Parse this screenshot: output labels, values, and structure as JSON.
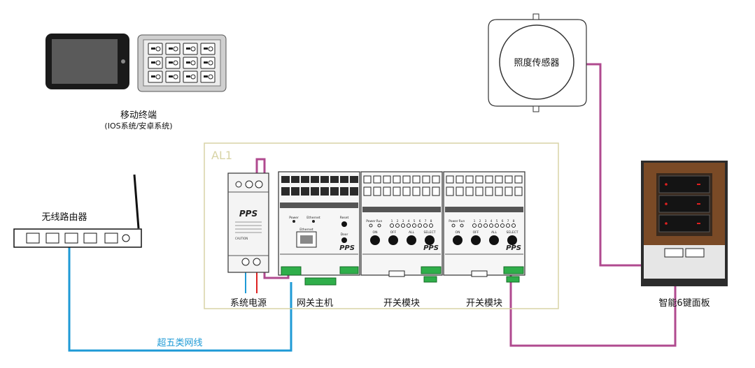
{
  "mobile": {
    "label": "移动终端",
    "sublabel": "(IOS系统/安卓系统)"
  },
  "router": {
    "label": "无线路由器"
  },
  "light_sensor": {
    "label": "照度传感器"
  },
  "cabinet": {
    "label": "AL1",
    "power": {
      "label": "系统电源",
      "brand": "PPS",
      "caution": "CAUTION"
    },
    "gateway": {
      "label": "网关主机",
      "brand": "PPS",
      "indicators": [
        "Power",
        "Ethernet",
        "Reset"
      ],
      "port_label": "Ethernet",
      "door_label": "Door"
    },
    "switch_modules": [
      {
        "label": "开关模块",
        "brand": "PPS",
        "buttons": [
          "ON",
          "OFF",
          "ALL",
          "SELECT"
        ],
        "indicators": [
          "Power",
          "Run"
        ],
        "channels": [
          "1",
          "2",
          "3",
          "4",
          "5",
          "6",
          "7",
          "8"
        ]
      },
      {
        "label": "开关模块",
        "brand": "PPS",
        "buttons": [
          "ON",
          "OFF",
          "ALL",
          "SELECT"
        ],
        "indicators": [
          "Power",
          "Run"
        ],
        "channels": [
          "1",
          "2",
          "3",
          "4",
          "5",
          "6",
          "7",
          "8"
        ]
      }
    ]
  },
  "panel": {
    "label": "智能6键面板"
  },
  "cable": {
    "label": "超五类网线"
  },
  "colors": {
    "bus_wire": "#b04a8f",
    "network_cable": "#1e9ad6",
    "cabinet_border": "#d8d4a6",
    "cabinet_label": "#d8d4a6",
    "panel_wood": "#7a4a26",
    "panel_key": "#141414",
    "led": "#e02020"
  }
}
